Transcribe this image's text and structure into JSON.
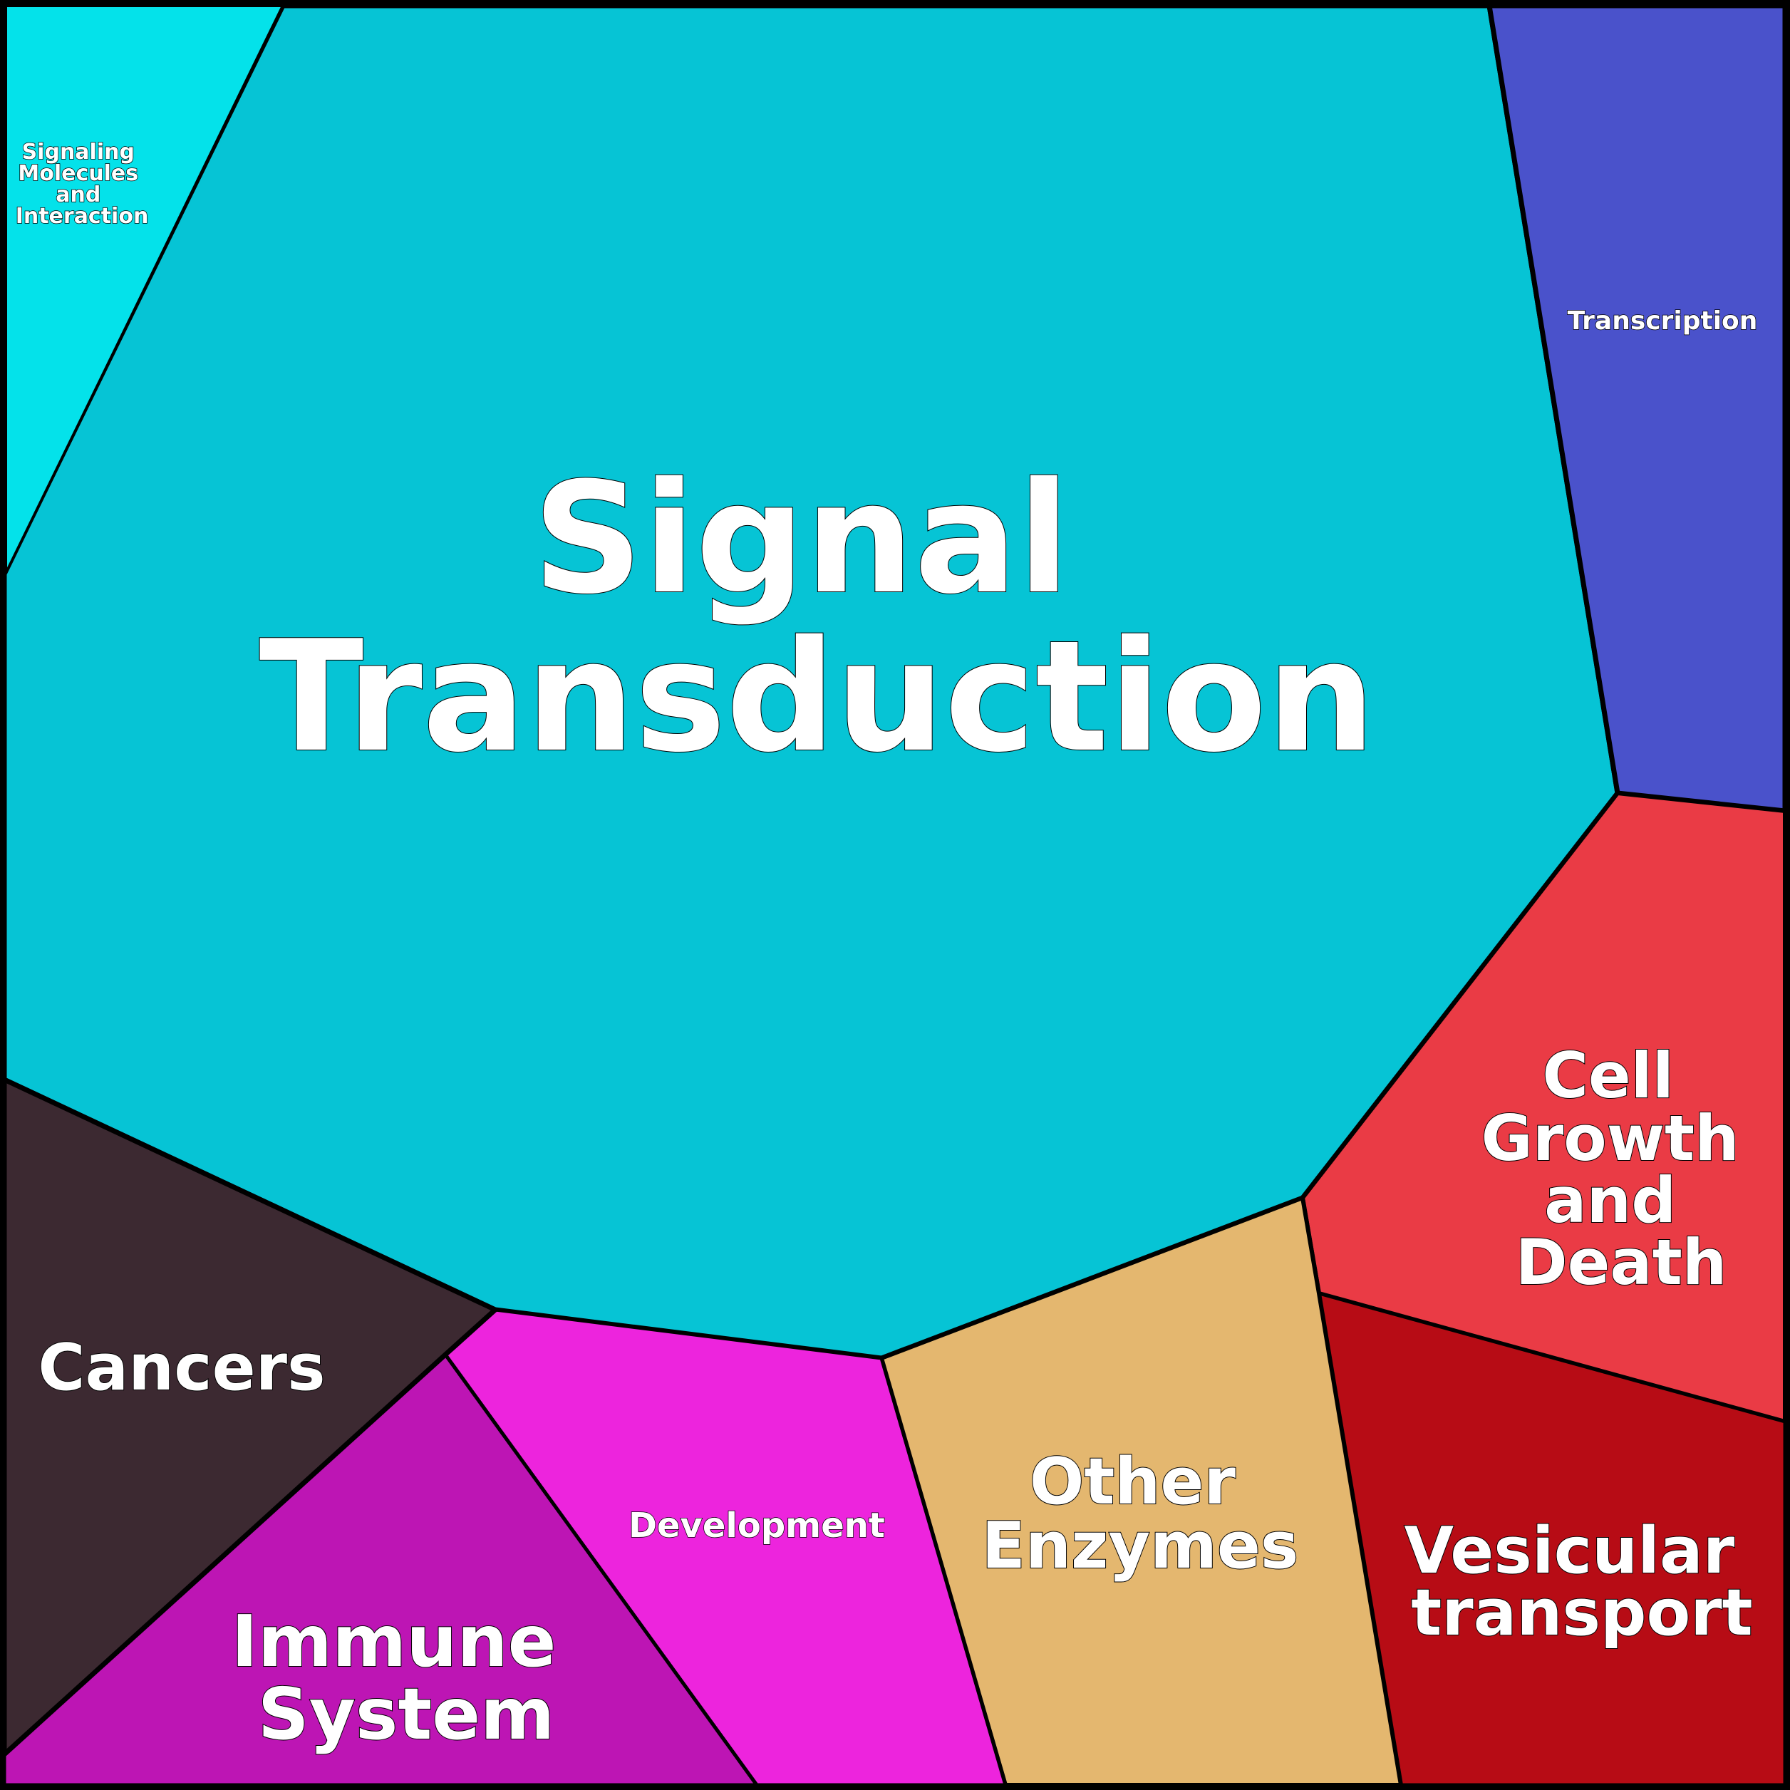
{
  "regions": [
    {
      "id": "signal-transduction",
      "label_lines": [
        "Signal",
        "Transduction"
      ],
      "color": "#06c4d5"
    },
    {
      "id": "signaling-molecules",
      "label_lines": [
        "Signaling",
        "Molecules",
        "and",
        "Interaction"
      ],
      "color": "#04e2ea"
    },
    {
      "id": "transcription",
      "label_lines": [
        "Transcription"
      ],
      "color": "#4a52cb"
    },
    {
      "id": "cell-growth-and-death",
      "label_lines": [
        "Cell",
        "Growth",
        "and",
        "Death"
      ],
      "color": "#ea3b45"
    },
    {
      "id": "vesicular-transport",
      "label_lines": [
        "Vesicular",
        "transport"
      ],
      "color": "#b70c15"
    },
    {
      "id": "other-enzymes",
      "label_lines": [
        "Other",
        "Enzymes"
      ],
      "color": "#e4b76f"
    },
    {
      "id": "development",
      "label_lines": [
        "Development"
      ],
      "color": "#ed24dd"
    },
    {
      "id": "immune-system",
      "label_lines": [
        "Immune",
        "System"
      ],
      "color": "#bd15b4"
    },
    {
      "id": "cancers",
      "label_lines": [
        "Cancers"
      ],
      "color": "#3c2931"
    }
  ]
}
